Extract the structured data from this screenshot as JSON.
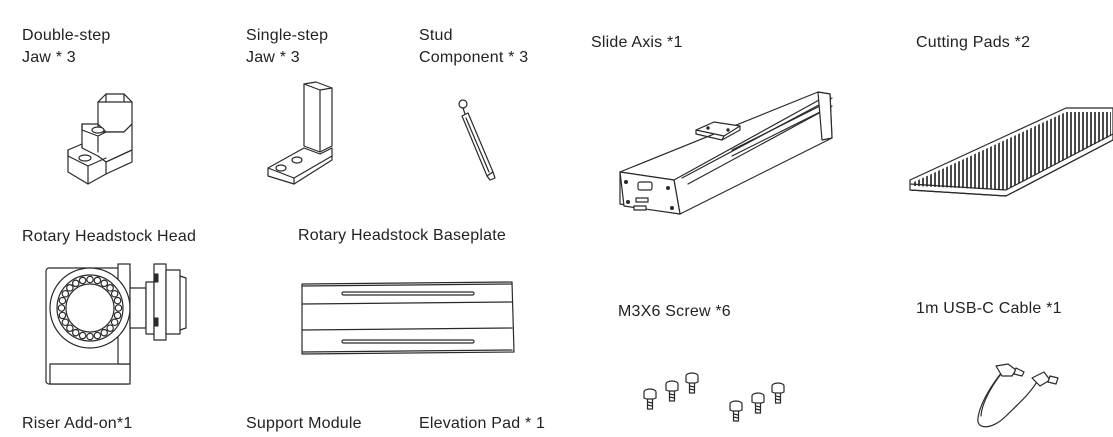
{
  "items": [
    {
      "line1": "Double-step",
      "line2": "Jaw * 3",
      "icon": "double-step-jaw-icon"
    },
    {
      "line1": "Single-step",
      "line2": "Jaw * 3",
      "icon": "single-step-jaw-icon"
    },
    {
      "line1": "Stud",
      "line2": "Component * 3",
      "icon": "stud-component-icon"
    },
    {
      "label": "Slide Axis *1",
      "icon": "slide-axis-icon"
    },
    {
      "label": "Cutting Pads *2",
      "icon": "cutting-pads-icon"
    },
    {
      "label": "Rotary Headstock Head",
      "icon": "rotary-headstock-head-icon"
    },
    {
      "label": "Rotary Headstock Baseplate",
      "icon": "rotary-headstock-baseplate-icon"
    },
    {
      "label": "M3X6 Screw *6",
      "icon": "m3x6-screw-icon"
    },
    {
      "label": "1m USB-C Cable *1",
      "icon": "usb-c-cable-icon"
    },
    {
      "label": "Riser Add-on*1"
    },
    {
      "label": "Support Module"
    },
    {
      "label": "Elevation Pad * 1"
    }
  ]
}
